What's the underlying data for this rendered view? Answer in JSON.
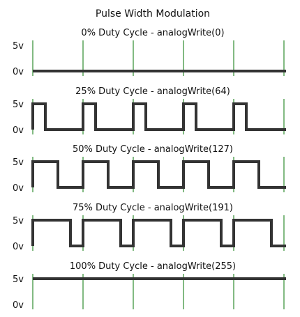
{
  "title": "Pulse Width Modulation",
  "labels": {
    "high": "5v",
    "low": "0v"
  },
  "colors": {
    "waveform": "#333333",
    "period_marker": "#2e8b2e",
    "text": "#111111",
    "background": "#ffffff"
  },
  "panels": [
    {
      "title": "0% Duty Cycle - analogWrite(0)",
      "duty_cycle": 0
    },
    {
      "title": "25% Duty Cycle - analogWrite(64)",
      "duty_cycle": 0.25
    },
    {
      "title": "50% Duty Cycle - analogWrite(127)",
      "duty_cycle": 0.5
    },
    {
      "title": "75% Duty Cycle - analogWrite(191)",
      "duty_cycle": 0.75
    },
    {
      "title": "100% Duty Cycle - analogWrite(255)",
      "duty_cycle": 1
    }
  ]
}
